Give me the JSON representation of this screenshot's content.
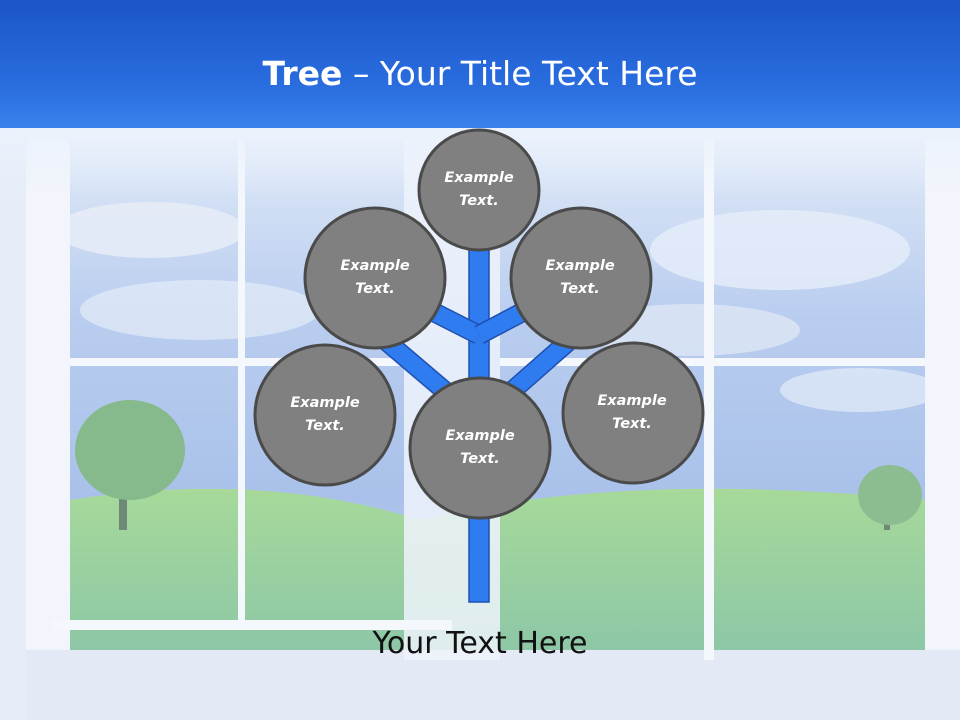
{
  "slide": {
    "title_bold": "Tree",
    "title_rest": " – Your Title Text Here",
    "bottom_text": "Your Text Here"
  },
  "tree": {
    "nodes": [
      {
        "line1": "Example",
        "line2": "Text."
      },
      {
        "line1": "Example",
        "line2": "Text."
      },
      {
        "line1": "Example",
        "line2": "Text."
      },
      {
        "line1": "Example",
        "line2": "Text."
      },
      {
        "line1": "Example",
        "line2": "Text."
      },
      {
        "line1": "Example",
        "line2": "Text."
      }
    ]
  },
  "colors": {
    "header": "#1f5fd6",
    "branch": "#2f7bf0",
    "branch_outline": "#1f4fb0",
    "node_fill": "#808080",
    "node_outline": "#4a4a4a",
    "node_text": "#ffffff"
  }
}
